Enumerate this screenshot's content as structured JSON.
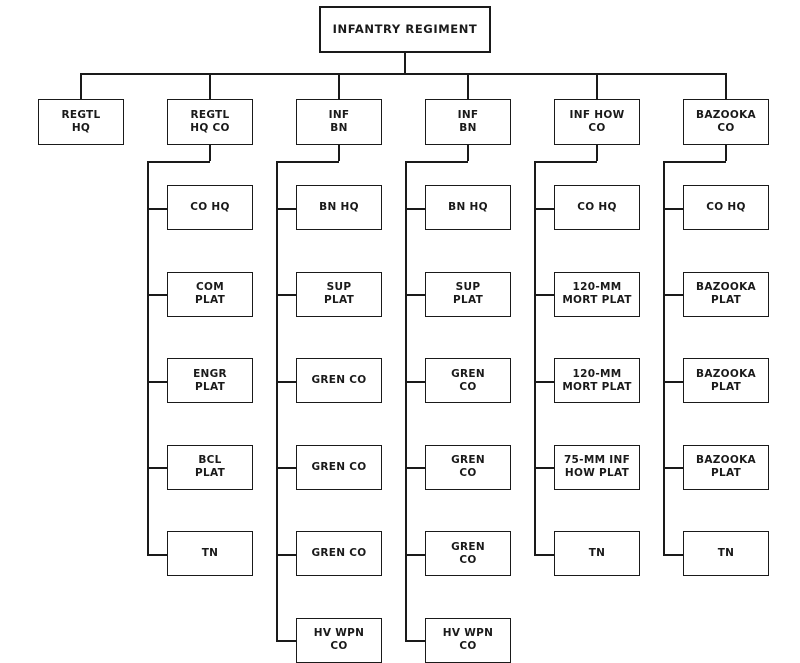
{
  "title": "INFANTRY REGIMENT",
  "units": [
    {
      "label": "REGTL\nHQ",
      "children": []
    },
    {
      "label": "REGTL\nHQ CO",
      "children": [
        "CO HQ",
        "COM\nPLAT",
        "ENGR\nPLAT",
        "BCL\nPLAT",
        "TN"
      ]
    },
    {
      "label": "INF\nBN",
      "children": [
        "BN HQ",
        "SUP\nPLAT",
        "GREN CO",
        "GREN CO",
        "GREN CO",
        "HV WPN\nCO"
      ]
    },
    {
      "label": "INF\nBN",
      "children": [
        "BN HQ",
        "SUP\nPLAT",
        "GREN\nCO",
        "GREN\nCO",
        "GREN\nCO",
        "HV WPN\nCO"
      ]
    },
    {
      "label": "INF HOW\nCO",
      "children": [
        "CO HQ",
        "120-MM\nMORT PLAT",
        "120-MM\nMORT PLAT",
        "75-MM INF\nHOW PLAT",
        "TN"
      ]
    },
    {
      "label": "BAZOOKA\nCO",
      "children": [
        "CO HQ",
        "BAZOOKA\nPLAT",
        "BAZOOKA\nPLAT",
        "BAZOOKA\nPLAT",
        "TN"
      ]
    }
  ]
}
